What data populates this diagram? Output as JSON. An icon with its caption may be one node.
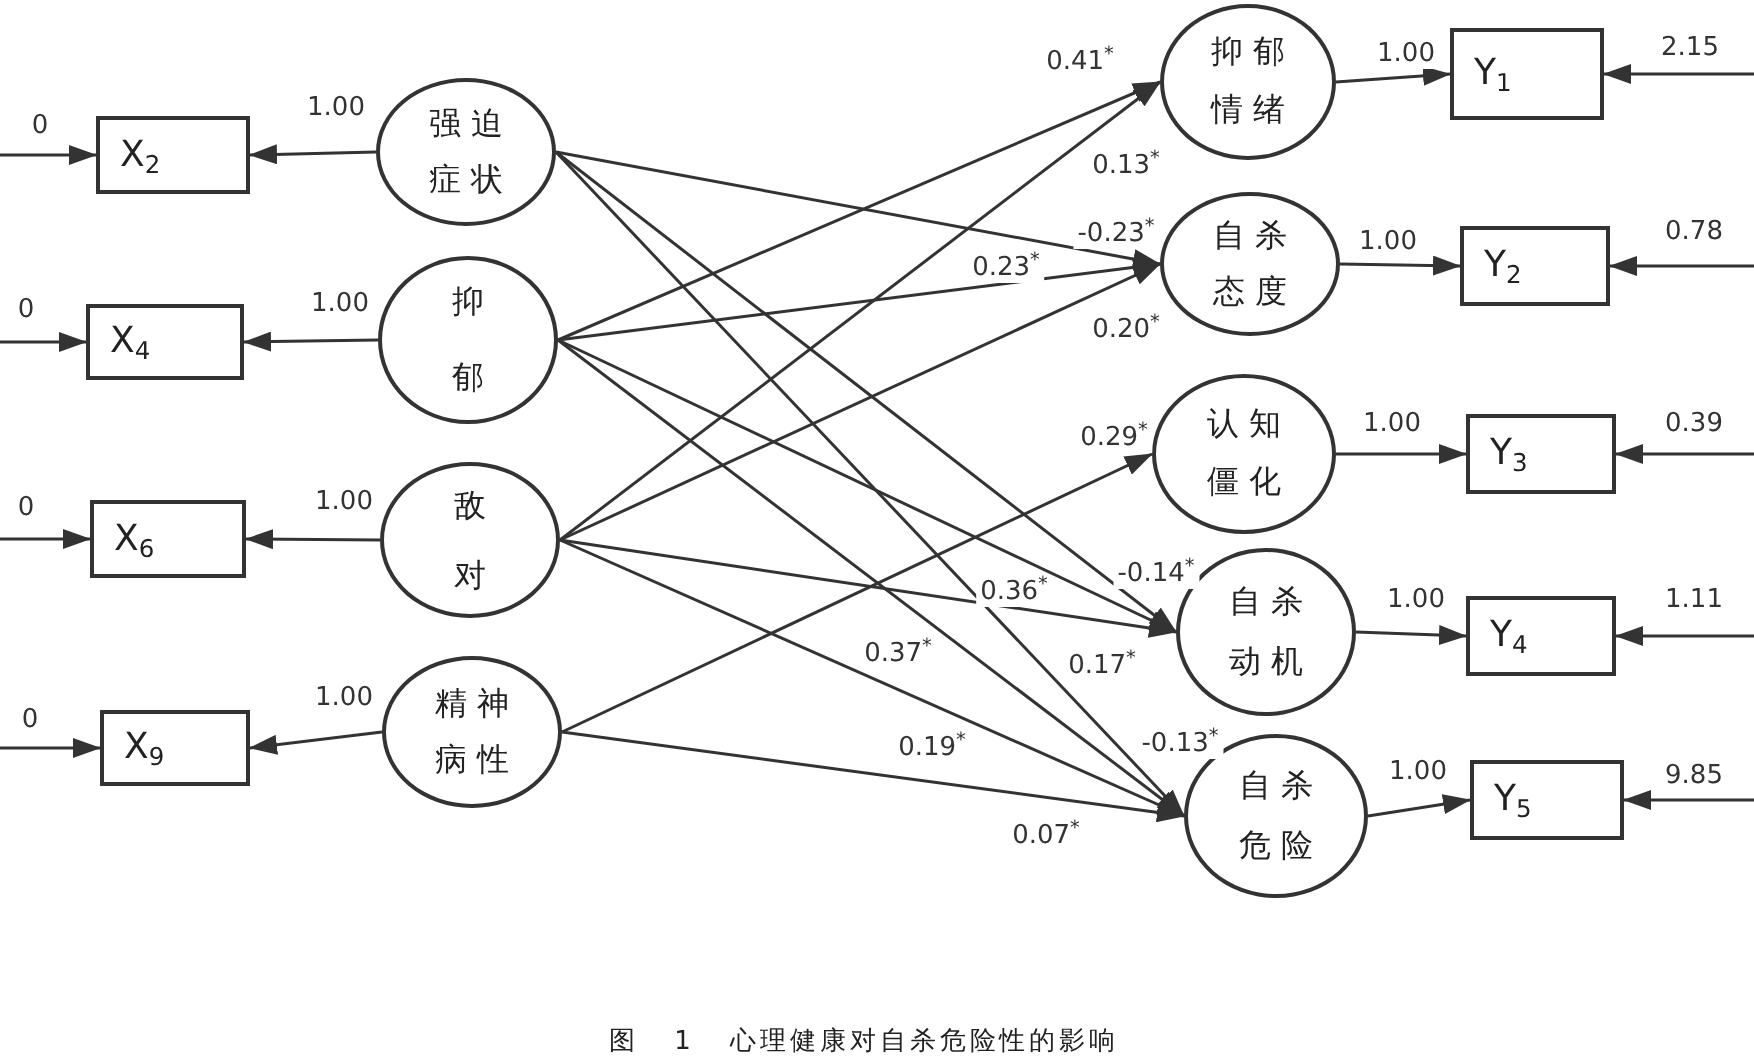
{
  "diagram": {
    "caption": "图 1 心理健康对自杀危险性的影响",
    "nodes": [
      {
        "text": [
          "X$_{2}$"
        ]
      },
      {
        "text": [
          "X$_{4}$"
        ]
      },
      {
        "text": [
          "X$_{6}$"
        ]
      },
      {
        "text": [
          "X$_{9}$"
        ]
      },
      {
        "text": [
          "强迫症状"
        ]
      },
      {
        "text": [
          "抑郁"
        ]
      },
      {
        "text": [
          "敌对"
        ]
      },
      {
        "text": [
          "精神病性"
        ]
      },
      {
        "text": [
          "抑郁情绪"
        ]
      },
      {
        "text": [
          "自杀态度"
        ]
      },
      {
        "text": [
          "认知僵化"
        ]
      },
      {
        "text": [
          "自杀动机"
        ]
      },
      {
        "text": [
          "自杀危险"
        ]
      },
      {
        "text": [
          "Y$_{1}$"
        ]
      },
      {
        "text": [
          "Y$_{2}$"
        ]
      },
      {
        "text": [
          "Y$_{3}$"
        ]
      },
      {
        "text": [
          "Y$_{4}$"
        ]
      },
      {
        "text": [
          "Y$_{5}$"
        ]
      }
    ],
    "edges": [
      {
        "from": null,
        "to": 0,
        "arrow": "to",
        "label": "0"
      },
      {
        "from": null,
        "to": 1,
        "arrow": "to",
        "label": "0"
      },
      {
        "from": null,
        "to": 2,
        "arrow": "to",
        "label": "0"
      },
      {
        "from": null,
        "to": 3,
        "arrow": "to",
        "label": "0"
      },
      {
        "from": 4,
        "to": 0,
        "arrow": "to",
        "label": "1.00"
      },
      {
        "from": 5,
        "to": 1,
        "arrow": "to",
        "label": "1.00"
      },
      {
        "from": 6,
        "to": 2,
        "arrow": "to",
        "label": "1.00"
      },
      {
        "from": 7,
        "to": 3,
        "arrow": "to",
        "label": "1.00"
      },
      {
        "from": 5,
        "to": 8,
        "arrow": "to",
        "label": "0.41$^{*}$"
      },
      {
        "from": 6,
        "to": 8,
        "arrow": "to",
        "label": "0.13$^{*}$"
      },
      {
        "from": 4,
        "to": 9,
        "arrow": "to",
        "label": "-0.23$^{*}$"
      },
      {
        "from": 5,
        "to": 9,
        "arrow": "to",
        "label": "0.23$^{*}$"
      },
      {
        "from": 6,
        "to": 9,
        "arrow": "to",
        "label": "0.20$^{*}$"
      },
      {
        "from": 7,
        "to": 10,
        "arrow": "to",
        "label": "0.29$^{*}$"
      },
      {
        "from": 4,
        "to": 11,
        "arrow": "to",
        "label": "-0.14$^{*}$"
      },
      {
        "from": 6,
        "to": 11,
        "arrow": "to",
        "label": "0.36$^{*}$"
      },
      {
        "from": 5,
        "to": 11,
        "arrow": "to",
        "label": "0.17$^{*}$"
      },
      {
        "from": 4,
        "to": 12,
        "arrow": "to",
        "label": "-0.13$^{*}$"
      },
      {
        "from": 5,
        "to": 12,
        "arrow": "to",
        "label": "0.37$^{*}$"
      },
      {
        "from": 6,
        "to": 12,
        "arrow": "to",
        "label": "0.19$^{*}$"
      },
      {
        "from": 7,
        "to": 12,
        "arrow": "to",
        "label": "0.07$^{*}$"
      },
      {
        "from": 8,
        "to": 13,
        "arrow": "to",
        "label": "1.00"
      },
      {
        "from": 9,
        "to": 14,
        "arrow": "to",
        "label": "1.00"
      },
      {
        "from": 10,
        "to": 15,
        "arrow": "to",
        "label": "1.00"
      },
      {
        "from": 11,
        "to": 16,
        "arrow": "to",
        "label": "1.00"
      },
      {
        "from": 12,
        "to": 17,
        "arrow": "to",
        "label": "1.00"
      },
      {
        "from": null,
        "to": 13,
        "arrow": "to",
        "label": "2.15"
      },
      {
        "from": null,
        "to": 14,
        "arrow": "to",
        "label": "0.78"
      },
      {
        "from": null,
        "to": 15,
        "arrow": "to",
        "label": "0.39"
      },
      {
        "from": null,
        "to": 16,
        "arrow": "to",
        "label": "1.11"
      },
      {
        "from": null,
        "to": 17,
        "arrow": "to",
        "label": "9.85"
      }
    ]
  }
}
